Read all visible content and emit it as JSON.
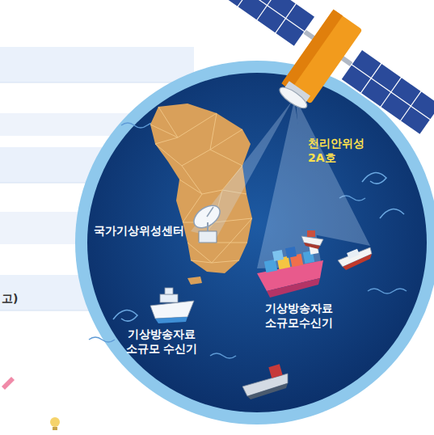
{
  "diagram": {
    "labels": [
      "천리안위성 2A호",
      "국가기상위성센터",
      "기상방송자료 소규모 수신기",
      "기상방송자료 소규모수신기",
      "고)"
    ]
  }
}
